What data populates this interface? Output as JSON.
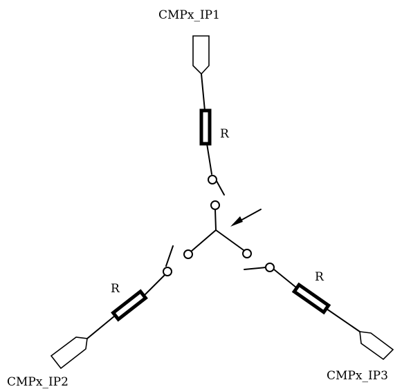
{
  "labels": {
    "terminal_1": "CMPx_IP1",
    "terminal_2": "CMPx_IP2",
    "terminal_3": "CMPx_IP3",
    "resistor_1": "R",
    "resistor_2": "R",
    "resistor_3": "R"
  },
  "colors": {
    "stroke": "#000000",
    "background": "#ffffff"
  }
}
